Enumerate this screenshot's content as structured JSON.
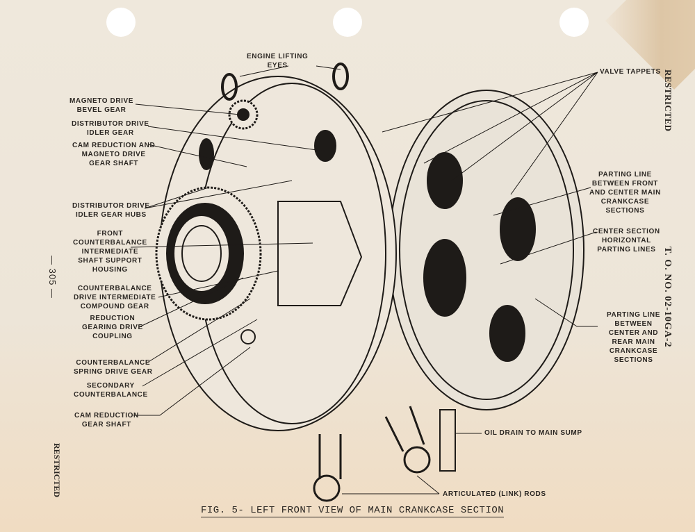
{
  "page": {
    "page_number": "— 305 —",
    "restricted_top": "RESTRICTED",
    "restricted_bottom": "RESTRICTED",
    "tech_order": "T. O. NO. 02-10GA-2"
  },
  "figure": {
    "caption": "FIG. 5- LEFT FRONT VIEW OF MAIN CRANKCASE SECTION",
    "labels": {
      "engine_lifting_eyes": "ENGINE LIFTING\nEYES",
      "magneto_drive_bevel_gear": "MAGNETO DRIVE\nBEVEL GEAR",
      "distributor_drive_idler_gear": "DISTRIBUTOR DRIVE\nIDLER GEAR",
      "cam_reduction_magneto_shaft": "CAM REDUCTION AND\nMAGNETO DRIVE\nGEAR SHAFT",
      "distributor_drive_idler_hubs": "DISTRIBUTOR DRIVE\nIDLER GEAR HUBS",
      "front_counterbalance_housing": "FRONT\nCOUNTERBALANCE\nINTERMEDIATE\nSHAFT SUPPORT\nHOUSING",
      "counterbalance_compound_gear": "COUNTERBALANCE\nDRIVE INTERMEDIATE\nCOMPOUND GEAR",
      "reduction_gearing_coupling": "REDUCTION\nGEARING DRIVE\nCOUPLING",
      "counterbalance_spring_gear": "COUNTERBALANCE\nSPRING DRIVE GEAR",
      "secondary_counterbalance": "SECONDARY\nCOUNTERBALANCE",
      "cam_reduction_gear_shaft": "CAM REDUCTION\nGEAR SHAFT",
      "valve_tappets": "VALVE TAPPETS",
      "parting_line_front_center": "PARTING LINE\nBETWEEN FRONT\nAND CENTER MAIN\nCRANKCASE\nSECTIONS",
      "center_section_horizontal": "CENTER SECTION\nHORIZONTAL\nPARTING LINES",
      "parting_line_center_rear": "PARTING LINE\nBETWEEN\nCENTER AND\nREAR MAIN\nCRANKCASE\nSECTIONS",
      "oil_drain": "OIL DRAIN TO MAIN SUMP",
      "articulated_rods": "ARTICULATED (LINK) RODS"
    }
  }
}
